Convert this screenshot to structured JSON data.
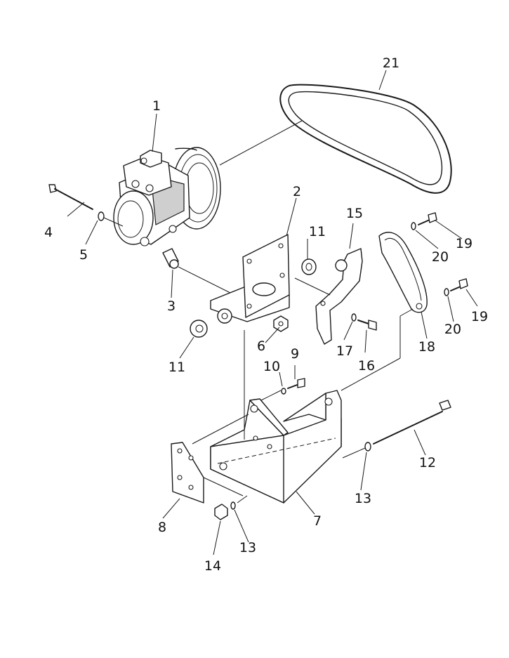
{
  "diagram": {
    "callouts": [
      {
        "id": "c1",
        "text": "1"
      },
      {
        "id": "c2",
        "text": "2"
      },
      {
        "id": "c3",
        "text": "3"
      },
      {
        "id": "c4",
        "text": "4"
      },
      {
        "id": "c5",
        "text": "5"
      },
      {
        "id": "c6",
        "text": "6"
      },
      {
        "id": "c7",
        "text": "7"
      },
      {
        "id": "c8",
        "text": "8"
      },
      {
        "id": "c9",
        "text": "9"
      },
      {
        "id": "c10",
        "text": "10"
      },
      {
        "id": "c11a",
        "text": "11"
      },
      {
        "id": "c11b",
        "text": "11"
      },
      {
        "id": "c12",
        "text": "12"
      },
      {
        "id": "c13a",
        "text": "13"
      },
      {
        "id": "c13b",
        "text": "13"
      },
      {
        "id": "c14",
        "text": "14"
      },
      {
        "id": "c15",
        "text": "15"
      },
      {
        "id": "c16",
        "text": "16"
      },
      {
        "id": "c17",
        "text": "17"
      },
      {
        "id": "c18",
        "text": "18"
      },
      {
        "id": "c19a",
        "text": "19"
      },
      {
        "id": "c19b",
        "text": "19"
      },
      {
        "id": "c20a",
        "text": "20"
      },
      {
        "id": "c20b",
        "text": "20"
      },
      {
        "id": "c21",
        "text": "21"
      }
    ]
  }
}
